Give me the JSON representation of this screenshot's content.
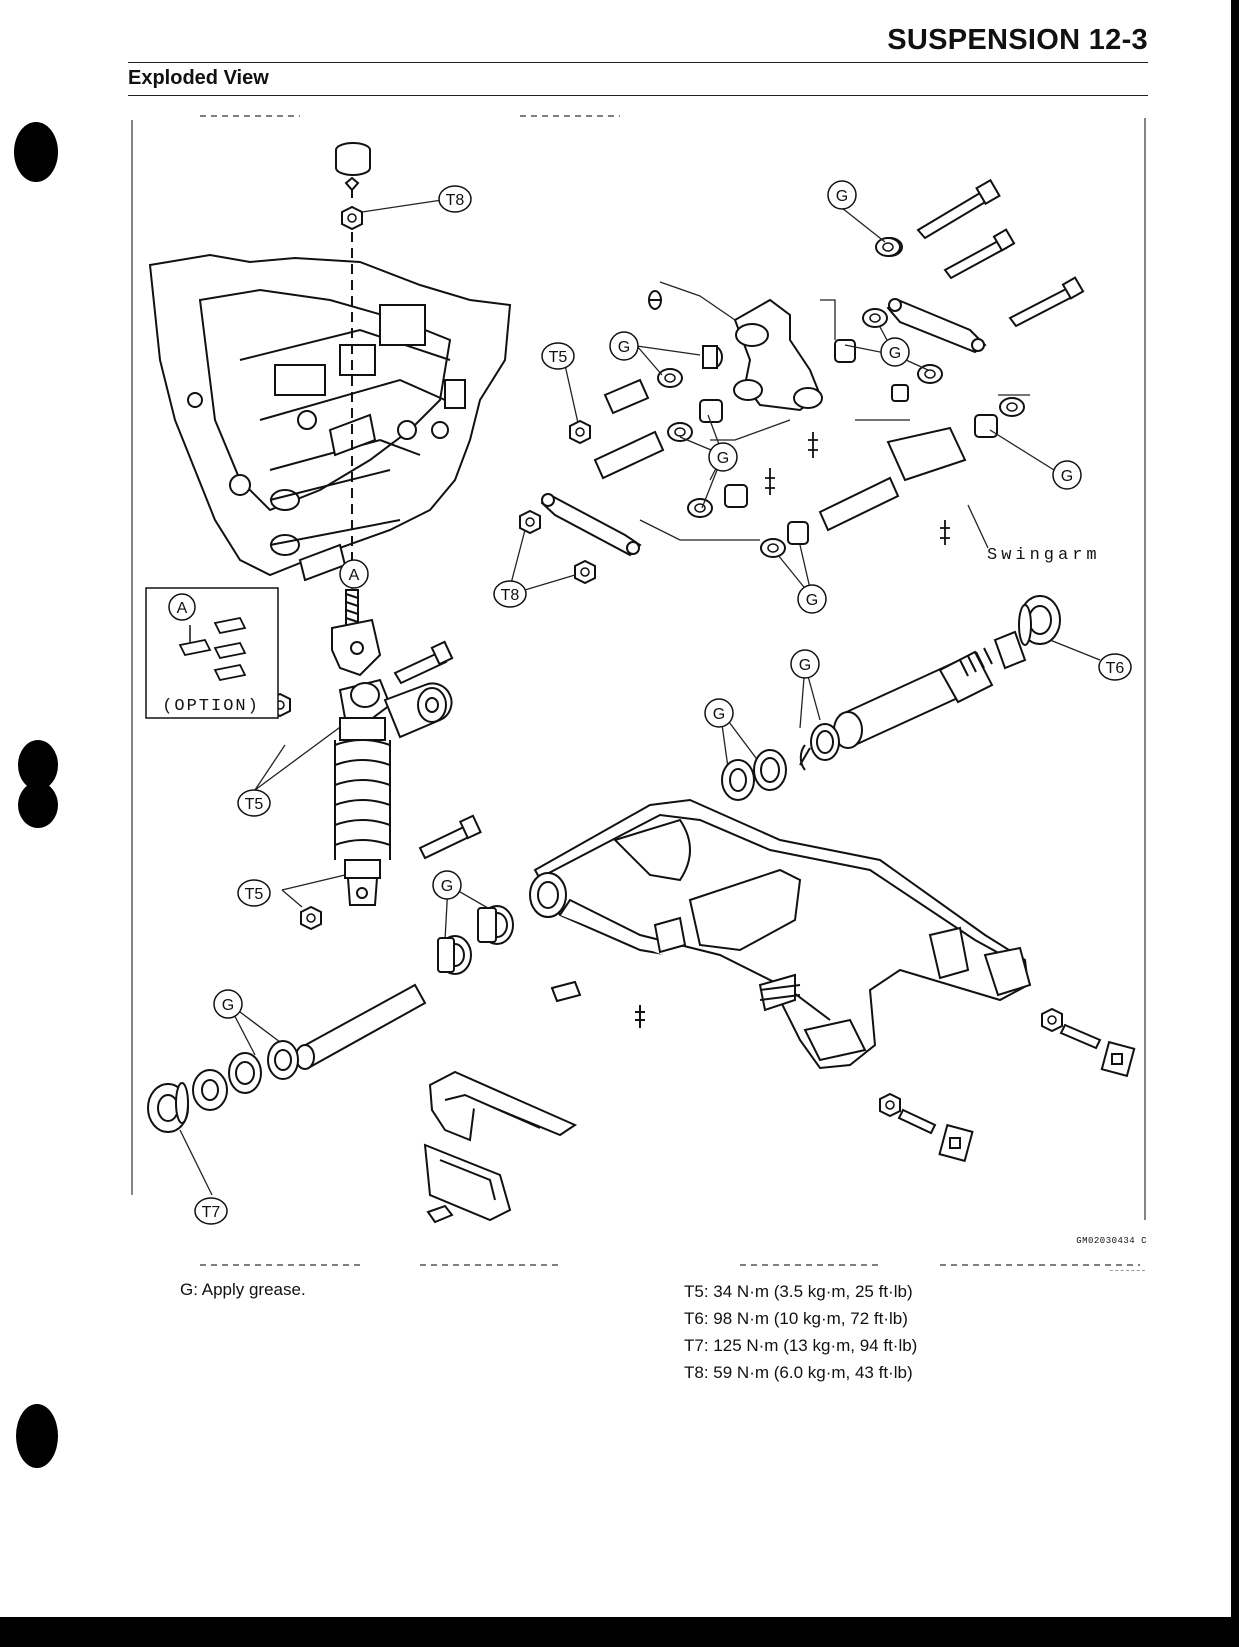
{
  "header": {
    "title": "SUSPENSION 12-3",
    "section": "Exploded View"
  },
  "diagram": {
    "callouts": {
      "G": "G",
      "T5": "T5",
      "T6": "T6",
      "T7": "T7",
      "T8": "T8",
      "A": "A"
    },
    "option_label": "(OPTION)",
    "swingarm_label": "Swingarm",
    "drawing_code": "GM02030434 C"
  },
  "notes": {
    "grease": "G: Apply grease.",
    "torques": [
      "T5: 34 N·m (3.5 kg·m, 25 ft·lb)",
      "T6: 98 N·m (10 kg·m, 72 ft·lb)",
      "T7: 125 N·m (13 kg·m, 94 ft·lb)",
      "T8: 59 N·m (6.0 kg·m, 43 ft·lb)"
    ]
  }
}
